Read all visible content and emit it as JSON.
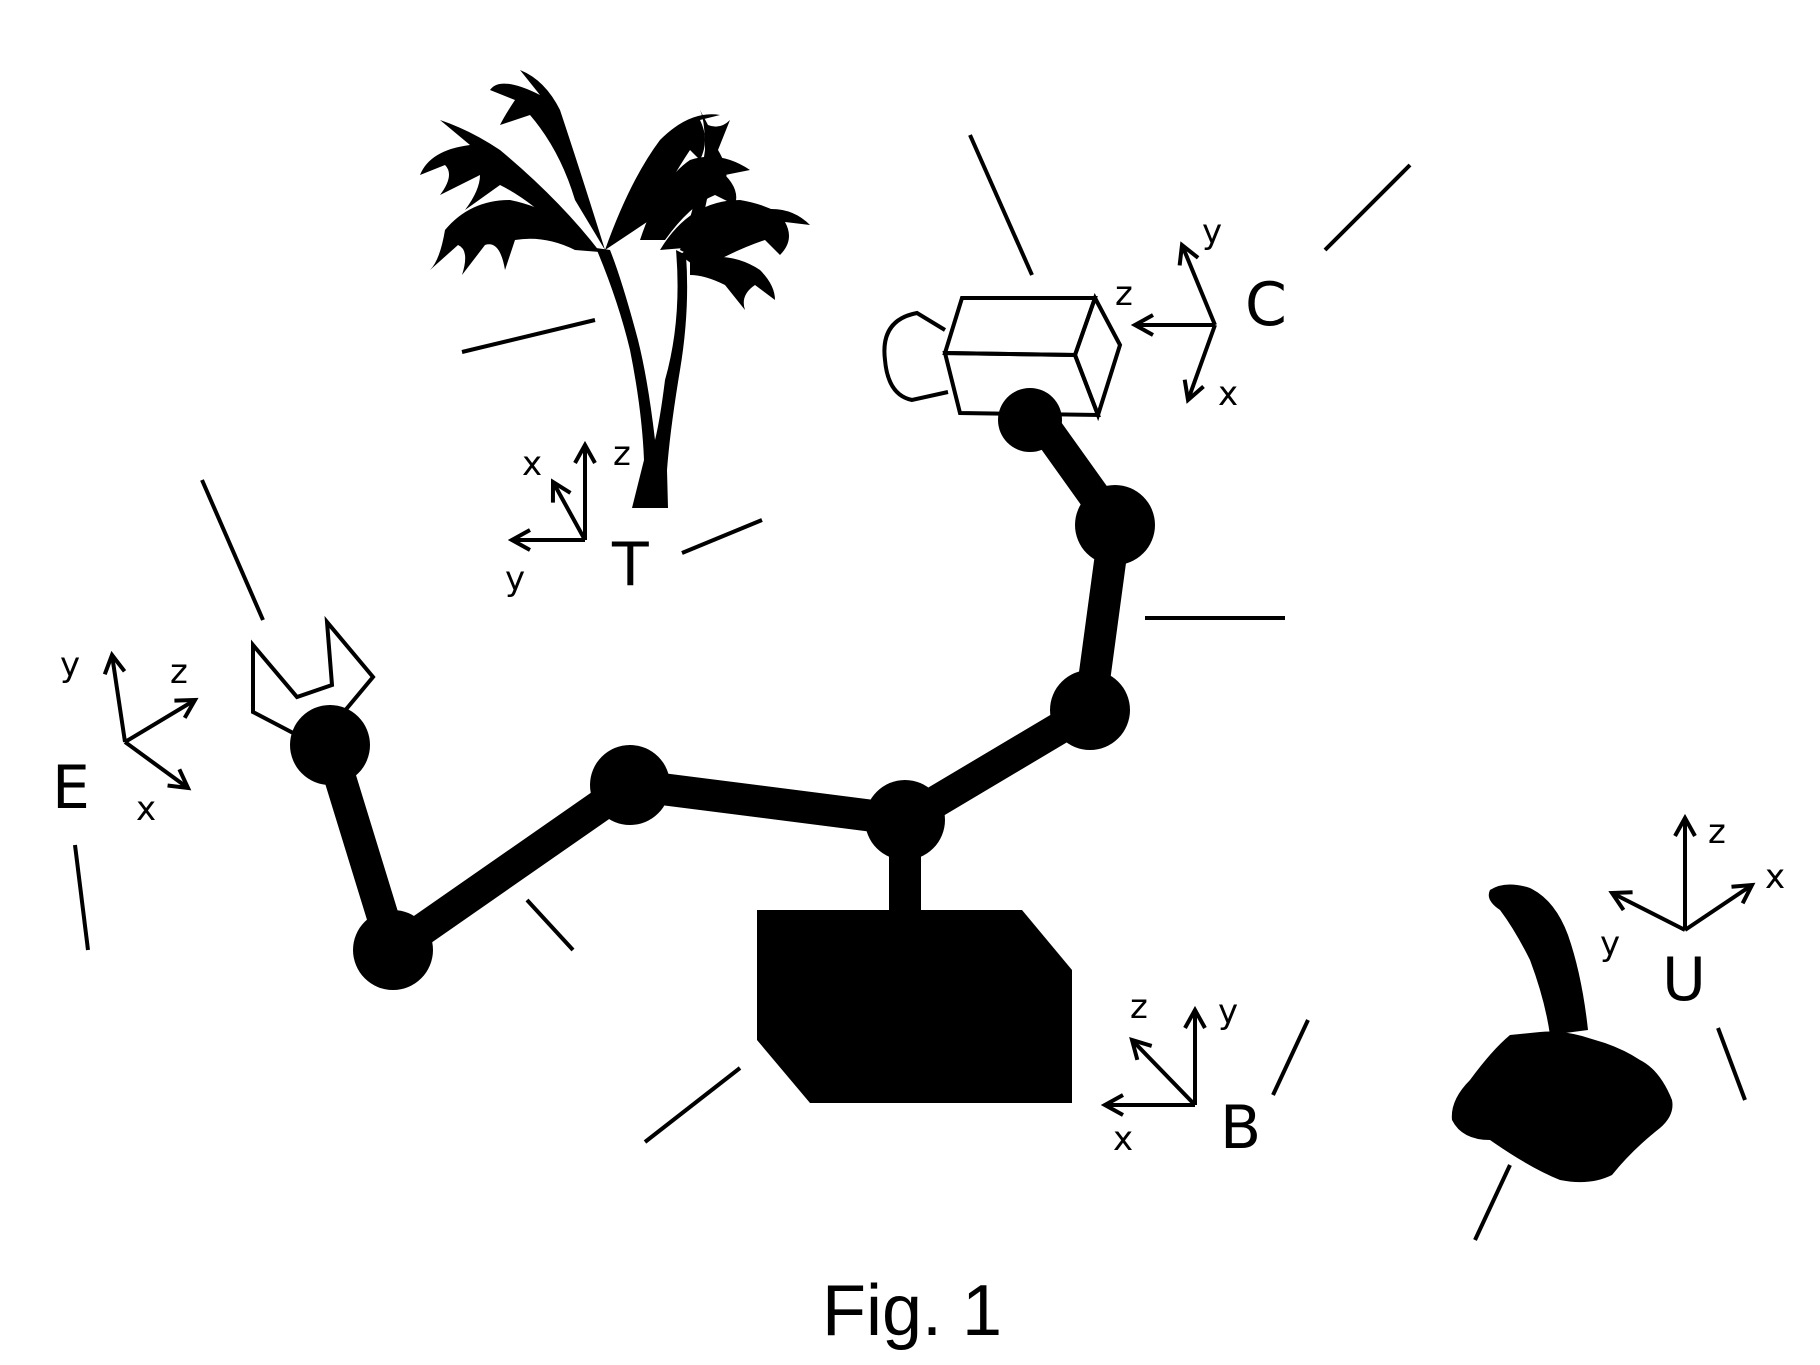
{
  "frames": {
    "E": {
      "label": "E",
      "axes": {
        "x": "x",
        "y": "y",
        "z": "z"
      }
    },
    "T": {
      "label": "T",
      "axes": {
        "x": "x",
        "y": "y",
        "z": "z"
      }
    },
    "C": {
      "label": "C",
      "axes": {
        "x": "x",
        "y": "y",
        "z": "z"
      }
    },
    "B": {
      "label": "B",
      "axes": {
        "x": "x",
        "y": "y",
        "z": "z"
      }
    },
    "U": {
      "label": "U",
      "axes": {
        "x": "x",
        "y": "y",
        "z": "z"
      }
    }
  },
  "caption": "Fig. 1",
  "icons": {
    "tree": "palm-tree-icon",
    "camera": "camera-icon",
    "gripper": "gripper-icon",
    "base": "robot-base-icon",
    "joystick": "joystick-icon"
  },
  "colors": {
    "ink": "#000000",
    "background": "#ffffff"
  }
}
